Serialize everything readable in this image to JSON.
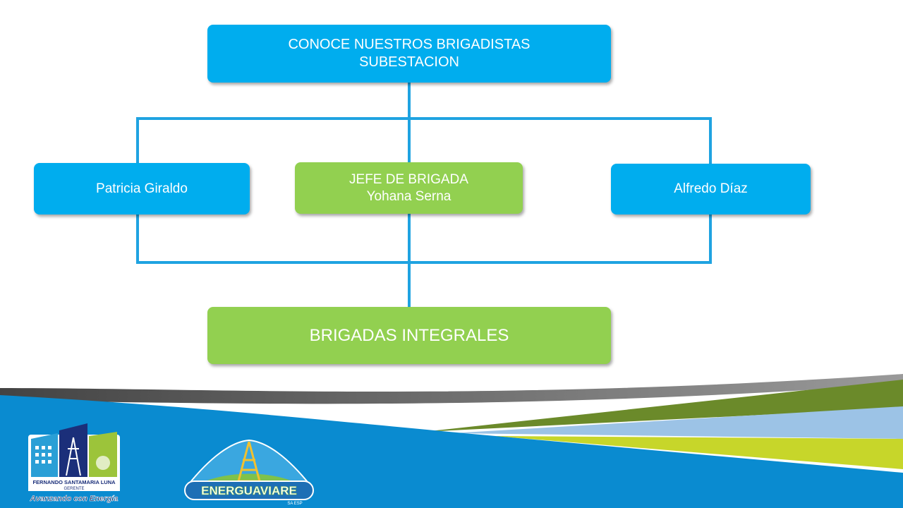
{
  "diagram": {
    "top": {
      "line1": "CONOCE NUESTROS BRIGADISTAS",
      "line2": "SUBESTACION"
    },
    "left": {
      "label": "Patricia Giraldo"
    },
    "center": {
      "line1": "JEFE DE BRIGADA",
      "line2": "Yohana Serna"
    },
    "right": {
      "label": "Alfredo Díaz"
    },
    "bottom": {
      "label": "BRIGADAS INTEGRALES"
    }
  },
  "logos": {
    "left": {
      "name_line": "FERNANDO SANTAMARIA LUNA",
      "role_line": "GERENTE",
      "slogan": "Avanzando con Energía"
    },
    "right": {
      "brand": "ENERGUAVIARE",
      "suffix": "SA ESP"
    }
  },
  "colors": {
    "blue_box": "#00adee",
    "green_box": "#92d050",
    "connector": "#1fa3e1",
    "footer_blue": "#0a8bd0"
  }
}
